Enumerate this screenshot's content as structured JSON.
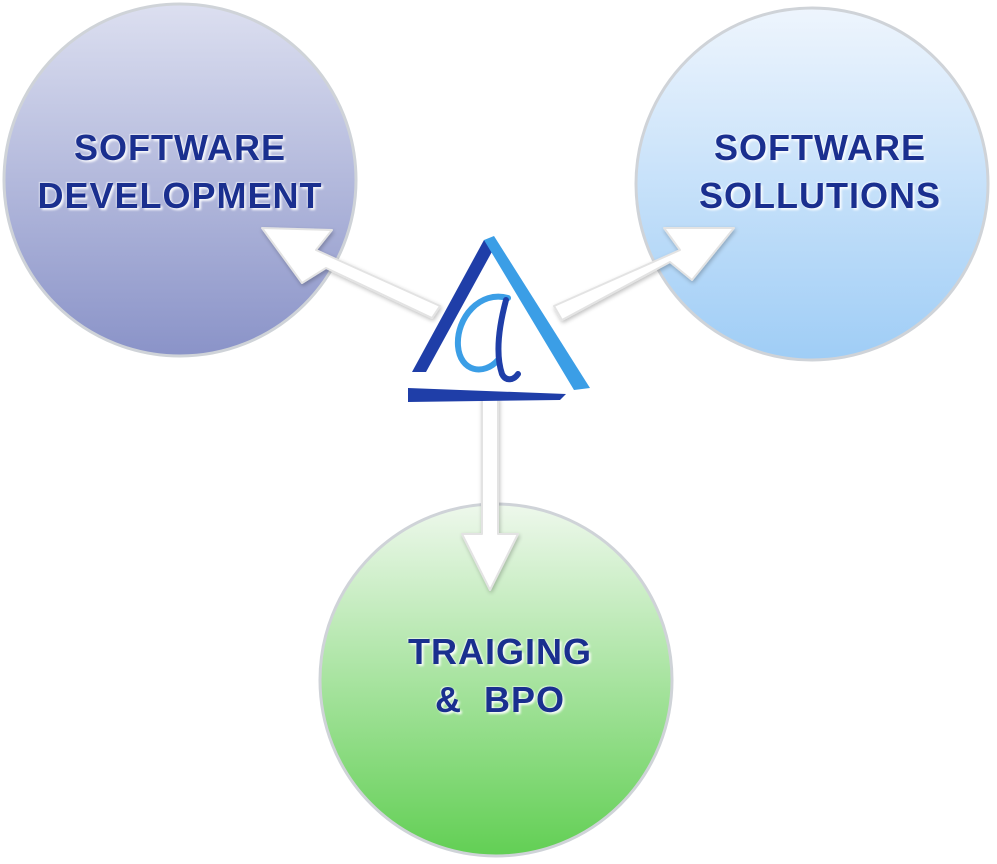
{
  "nodes": {
    "software_development": {
      "line1": "SOFTWARE",
      "line2": "DEVELOPMENT",
      "fill_top": "#dcdff0",
      "fill_bottom": "#8a93c8"
    },
    "software_solutions": {
      "line1": "SOFTWARE",
      "line2": "SOLLUTIONS",
      "fill_top": "#eef5fd",
      "fill_bottom": "#9fcdf6"
    },
    "training_bpo": {
      "line1": "TRAIGING",
      "line2": "&  BPO",
      "fill_top": "#eef8ec",
      "fill_bottom": "#62cf54"
    }
  },
  "center_logo": {
    "icon": "triangle-at-logo",
    "colors": {
      "dark": "#1f3ea8",
      "light": "#3b9ee6"
    }
  },
  "colors": {
    "label_text": "#1a2f8f",
    "circle_border": "#cfd3d8",
    "arrow_fill": "#ffffff",
    "arrow_stroke": "#e3e3e3"
  }
}
